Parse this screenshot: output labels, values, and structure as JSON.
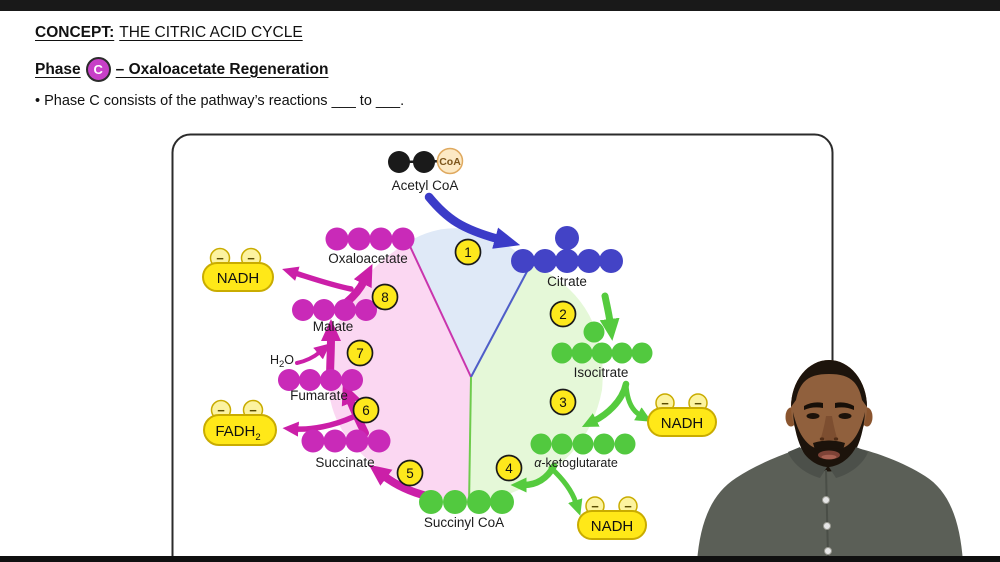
{
  "header": {
    "concept_label": "CONCEPT:",
    "concept_title": "THE CITRIC ACID CYCLE",
    "phase_label": "Phase",
    "phase_letter": "C",
    "phase_title": "– Oxaloacetate Regeneration",
    "bullet": "• Phase C consists of the pathway’s reactions ___ to ___."
  },
  "diagram": {
    "acetyl_coa": {
      "label": "Acetyl CoA",
      "coa": "CoA",
      "carbons": 2
    },
    "molecules": {
      "oxaloacetate": {
        "label": "Oxaloacetate",
        "carbons": 4,
        "color": "#c92ab8"
      },
      "citrate": {
        "label": "Citrate",
        "carbons": 6,
        "color": "#4343c6"
      },
      "isocitrate": {
        "label": "Isocitrate",
        "carbons": 6,
        "color": "#52c93f"
      },
      "alpha_ketoglutarate": {
        "prefix": "α",
        "rest": "-ketoglutarate",
        "carbons": 5,
        "color": "#52c93f"
      },
      "succinyl_coa": {
        "label": "Succinyl CoA",
        "carbons": 4,
        "color": "#52c93f"
      },
      "succinate": {
        "label": "Succinate",
        "carbons": 4,
        "color": "#c92ab8"
      },
      "fumarate": {
        "label": "Fumarate",
        "carbons": 4,
        "color": "#c92ab8"
      },
      "malate": {
        "label": "Malate",
        "carbons": 4,
        "color": "#c92ab8"
      }
    },
    "steps": [
      "1",
      "2",
      "3",
      "4",
      "5",
      "6",
      "7",
      "8"
    ],
    "cofactors": {
      "nadh": "NADH",
      "fadh2_main": "FADH",
      "fadh2_sub": "2",
      "h2o_h": "H",
      "h2o_sub": "2",
      "h2o_o": "O",
      "minus": "−"
    },
    "colors": {
      "magenta": "#c92ab8",
      "blue": "#4343c6",
      "green": "#52c93f",
      "badge_yellow": "#ffe818",
      "wedge_pink": "#fbd7f2",
      "wedge_blue": "#dfe9f7",
      "wedge_green": "#e5f8d8",
      "phase_badge": "#c73fc7"
    }
  }
}
